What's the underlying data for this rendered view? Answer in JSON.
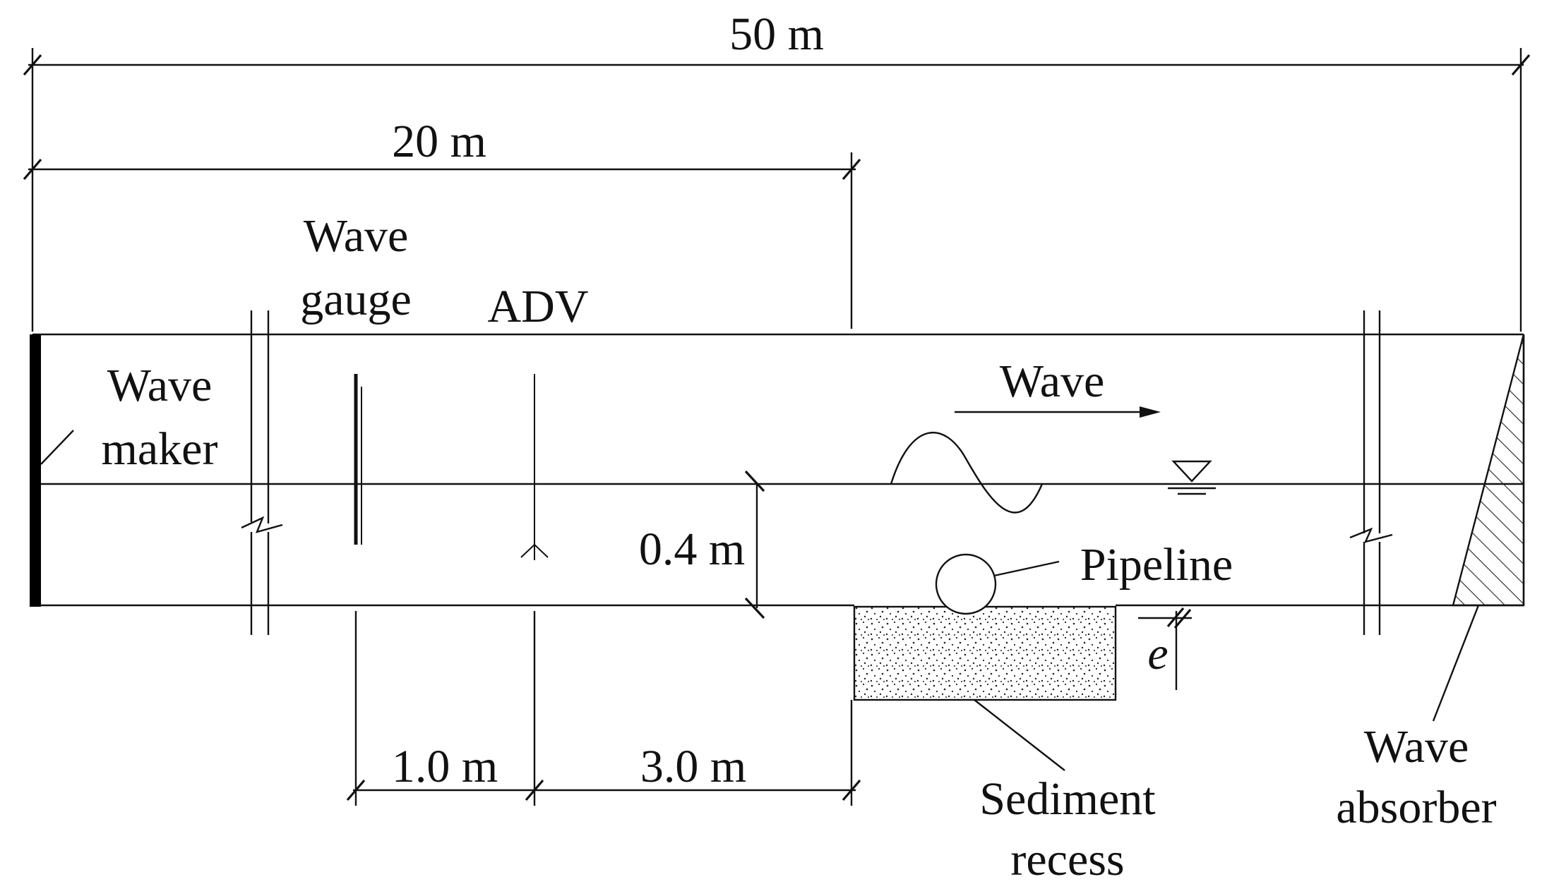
{
  "dimensions": {
    "overall": "50 m",
    "test_section": "20 m",
    "water_depth": "0.4 m",
    "gauge_to_adv": "1.0 m",
    "adv_to_recess": "3.0 m"
  },
  "labels": {
    "wave_gauge_line1": "Wave",
    "wave_gauge_line2": "gauge",
    "adv": "ADV",
    "wave_maker_line1": "Wave",
    "wave_maker_line2": "maker",
    "wave_direction": "Wave",
    "pipeline": "Pipeline",
    "embedment": "e",
    "sediment_line1": "Sediment",
    "sediment_line2": "recess",
    "absorber_line1": "Wave",
    "absorber_line2": "absorber"
  },
  "colors": {
    "line": "#111111",
    "background": "#ffffff"
  }
}
